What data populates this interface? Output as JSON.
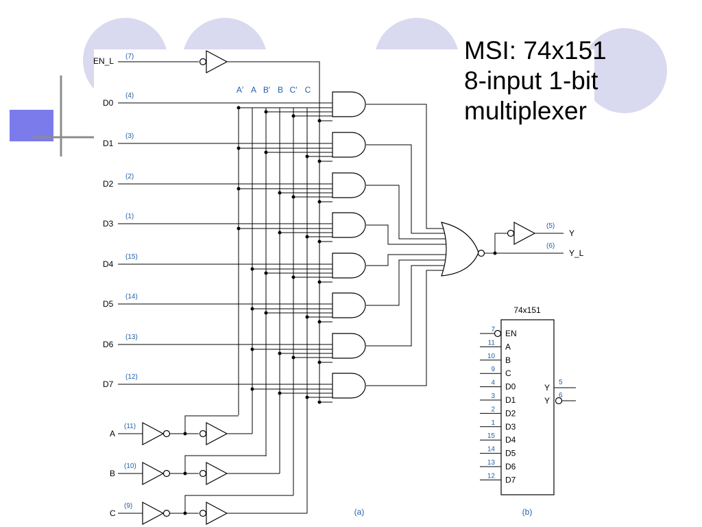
{
  "slide": {
    "title_lines": [
      "MSI: 74x151",
      "8-input 1-bit",
      "multiplexer"
    ]
  },
  "circuit": {
    "enable": {
      "label": "EN_L",
      "pin": "(7)"
    },
    "data_inputs": [
      {
        "label": "D0",
        "pin": "(4)"
      },
      {
        "label": "D1",
        "pin": "(3)"
      },
      {
        "label": "D2",
        "pin": "(2)"
      },
      {
        "label": "D3",
        "pin": "(1)"
      },
      {
        "label": "D4",
        "pin": "(15)"
      },
      {
        "label": "D5",
        "pin": "(14)"
      },
      {
        "label": "D6",
        "pin": "(13)"
      },
      {
        "label": "D7",
        "pin": "(12)"
      }
    ],
    "select_inputs": [
      {
        "label": "A",
        "pin": "(11)"
      },
      {
        "label": "B",
        "pin": "(10)"
      },
      {
        "label": "C",
        "pin": "(9)"
      }
    ],
    "bus_labels": [
      "A′",
      "A",
      "B′",
      "B",
      "C′",
      "C"
    ],
    "outputs": [
      {
        "label": "Y",
        "pin": "(5)"
      },
      {
        "label": "Y_L",
        "pin": "(6)"
      }
    ],
    "caption": "(a)"
  },
  "symbol": {
    "title": "74x151",
    "pins": [
      {
        "num": "7",
        "name": "EN",
        "inverted": true
      },
      {
        "num": "11",
        "name": "A"
      },
      {
        "num": "10",
        "name": "B"
      },
      {
        "num": "9",
        "name": "C"
      },
      {
        "num": "4",
        "name": "D0"
      },
      {
        "num": "3",
        "name": "D1"
      },
      {
        "num": "2",
        "name": "D2"
      },
      {
        "num": "1",
        "name": "D3"
      },
      {
        "num": "15",
        "name": "D4"
      },
      {
        "num": "14",
        "name": "D5"
      },
      {
        "num": "13",
        "name": "D6"
      },
      {
        "num": "12",
        "name": "D7"
      }
    ],
    "outputs": [
      {
        "num": "5",
        "name": "Y"
      },
      {
        "num": "6",
        "name": "Y",
        "inverted": true
      }
    ],
    "caption": "(b)"
  },
  "colors": {
    "pin_number": "#1f5fa8",
    "decor_circle": "#d9d9ef",
    "decor_square": "#7b7bec",
    "decor_line": "#8c8c8c",
    "wire": "#000000"
  }
}
